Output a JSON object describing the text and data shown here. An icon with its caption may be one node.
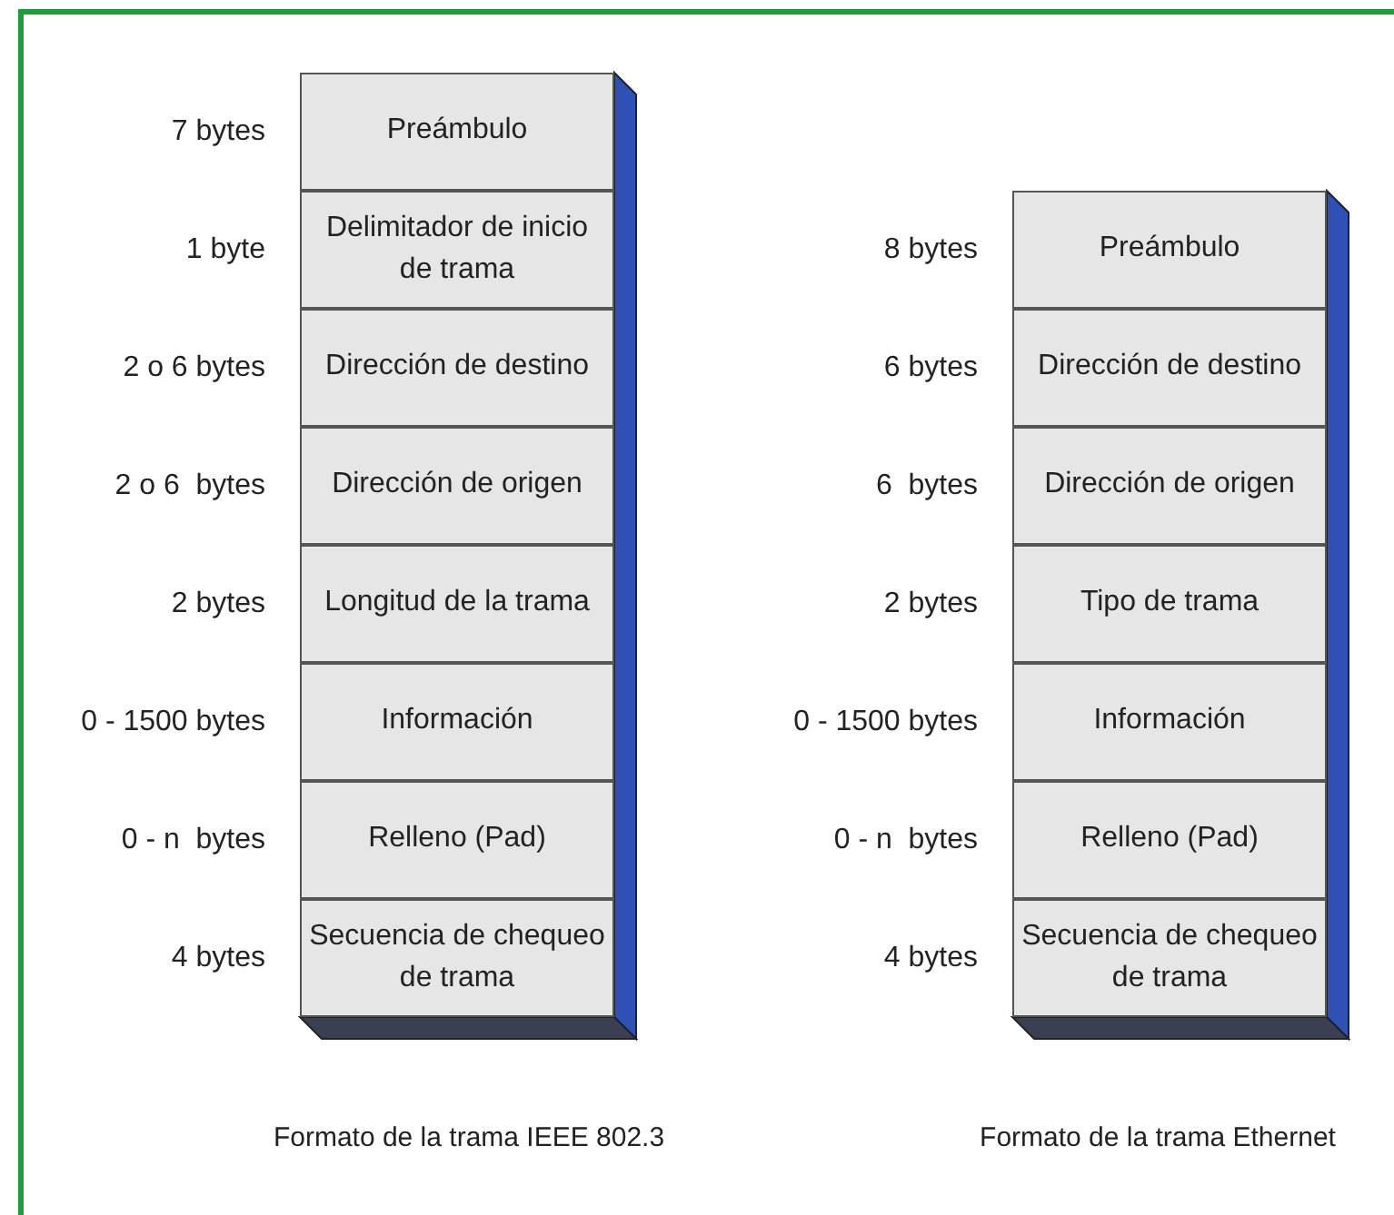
{
  "diagram": {
    "nodes": [
      {
        "text": [
          "Preámbulo"
        ],
        "beside": [
          "7 bytes"
        ]
      },
      {
        "text": [
          "Delimitador de inicio de trama"
        ],
        "beside": [
          "1 byte"
        ]
      },
      {
        "text": [
          "Dirección de destino"
        ],
        "beside": [
          "2 o 6 bytes"
        ]
      },
      {
        "text": [
          "Dirección de origen"
        ],
        "beside": [
          "2 o 6  bytes"
        ]
      },
      {
        "text": [
          "Longitud de la trama"
        ],
        "beside": [
          "2 bytes"
        ]
      },
      {
        "text": [
          "Información"
        ],
        "beside": [
          "0 - 1500 bytes"
        ]
      },
      {
        "text": [
          "Relleno (Pad)"
        ],
        "beside": [
          "0 - n  bytes"
        ]
      },
      {
        "text": [
          "Secuencia de chequeo de trama"
        ],
        "beside": [
          "4 bytes"
        ]
      },
      {
        "text": [
          "Preámbulo"
        ],
        "beside": [
          "8 bytes"
        ]
      },
      {
        "text": [
          "Dirección de destino"
        ],
        "beside": [
          "6 bytes"
        ]
      },
      {
        "text": [
          "Dirección de origen"
        ],
        "beside": [
          "6  bytes"
        ]
      },
      {
        "text": [
          "Tipo de trama"
        ],
        "beside": [
          "2 bytes"
        ]
      },
      {
        "text": [
          "Información"
        ],
        "beside": [
          "0 - 1500 bytes"
        ]
      },
      {
        "text": [
          "Relleno (Pad)"
        ],
        "beside": [
          "0 - n  bytes"
        ]
      },
      {
        "text": [
          "Secuencia de chequeo de trama"
        ],
        "beside": [
          "4 bytes"
        ]
      }
    ],
    "labels": [
      "Formato de la trama IEEE 802.3",
      "Formato de la trama Ethernet"
    ]
  }
}
